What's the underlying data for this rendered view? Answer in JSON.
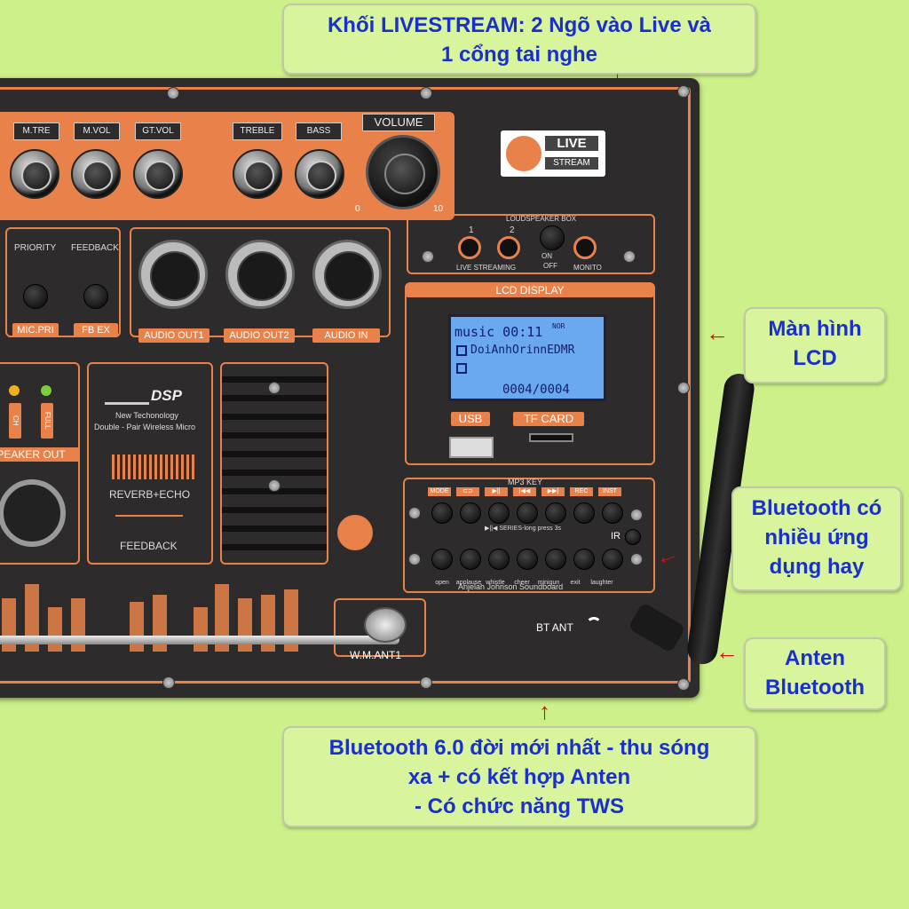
{
  "callouts": {
    "livestream": [
      "Khối LIVESTREAM: 2 Ngõ vào Live và",
      "1 cổng tai nghe"
    ],
    "lcd": [
      "Màn hình",
      "LCD"
    ],
    "bluetooth_apps": [
      "Bluetooth có",
      "nhiều ứng",
      "dụng hay"
    ],
    "antenna": [
      "Anten",
      "Bluetooth"
    ],
    "bluetooth6": [
      "Bluetooth 6.0 đời mới nhất - thu sóng",
      "xa + có kết hợp Anten",
      "- Có chức năng TWS"
    ]
  },
  "panel": {
    "knobs": [
      "M.TRE",
      "M.VOL",
      "GT.VOL",
      "TREBLE",
      "BASS"
    ],
    "volume_label": "VOLUME",
    "scale_min": "0",
    "scale_max": "10",
    "live_logo": "LIVE",
    "live_logo_sub": "STREAM",
    "loudspeaker_box": "LOUDSPEAKER BOX",
    "jack1": "1",
    "jack2": "2",
    "live_streaming": "LIVE STREAMING",
    "on": "ON",
    "off": "OFF",
    "monito": "MONITO",
    "priority": "PRIORITY",
    "feedback": "FEEDBACK",
    "mic_pri": "MIC.PRI",
    "fb_ex": "FB EX",
    "audio_out1": "AUDIO OUT1",
    "audio_out2": "AUDIO OUT2",
    "audio_in": "AUDIO IN",
    "lcd_display": "LCD DISPLAY",
    "lcd_line1": "music 00:11",
    "lcd_line1_icons": "NOR",
    "lcd_line2": "DoiAnhOrinnEDMR",
    "lcd_line3": "0004/0004",
    "usb": "USB",
    "tf_card": "TF CARD",
    "ch": "CH",
    "full": "FULL",
    "speaker_out": "PEAKER OUT",
    "dsp": "DSP",
    "dsp_line1": "New Techonology",
    "dsp_line2": "Double - Pair Wireless Micro",
    "reverb_echo": "REVERB+ECHO",
    "feedback2": "FEEDBACK",
    "mp3_key": "MP3 KEY",
    "mp3_keys": [
      "MODE",
      "⊂⊃",
      "▶||",
      "|◀◀",
      "▶▶|",
      "REC",
      "INST"
    ],
    "series_note": "▶||◀ SERIES-long press 3s",
    "ir": "IR",
    "sound_keys": [
      "open",
      "applause",
      "whistle",
      "cheer",
      "minigun",
      "exit",
      "laughter"
    ],
    "soundboard": "Anjelah Johnson Soundboard",
    "wm_ant": "W.M.ANT1",
    "bt_ant": "BT ANT"
  }
}
